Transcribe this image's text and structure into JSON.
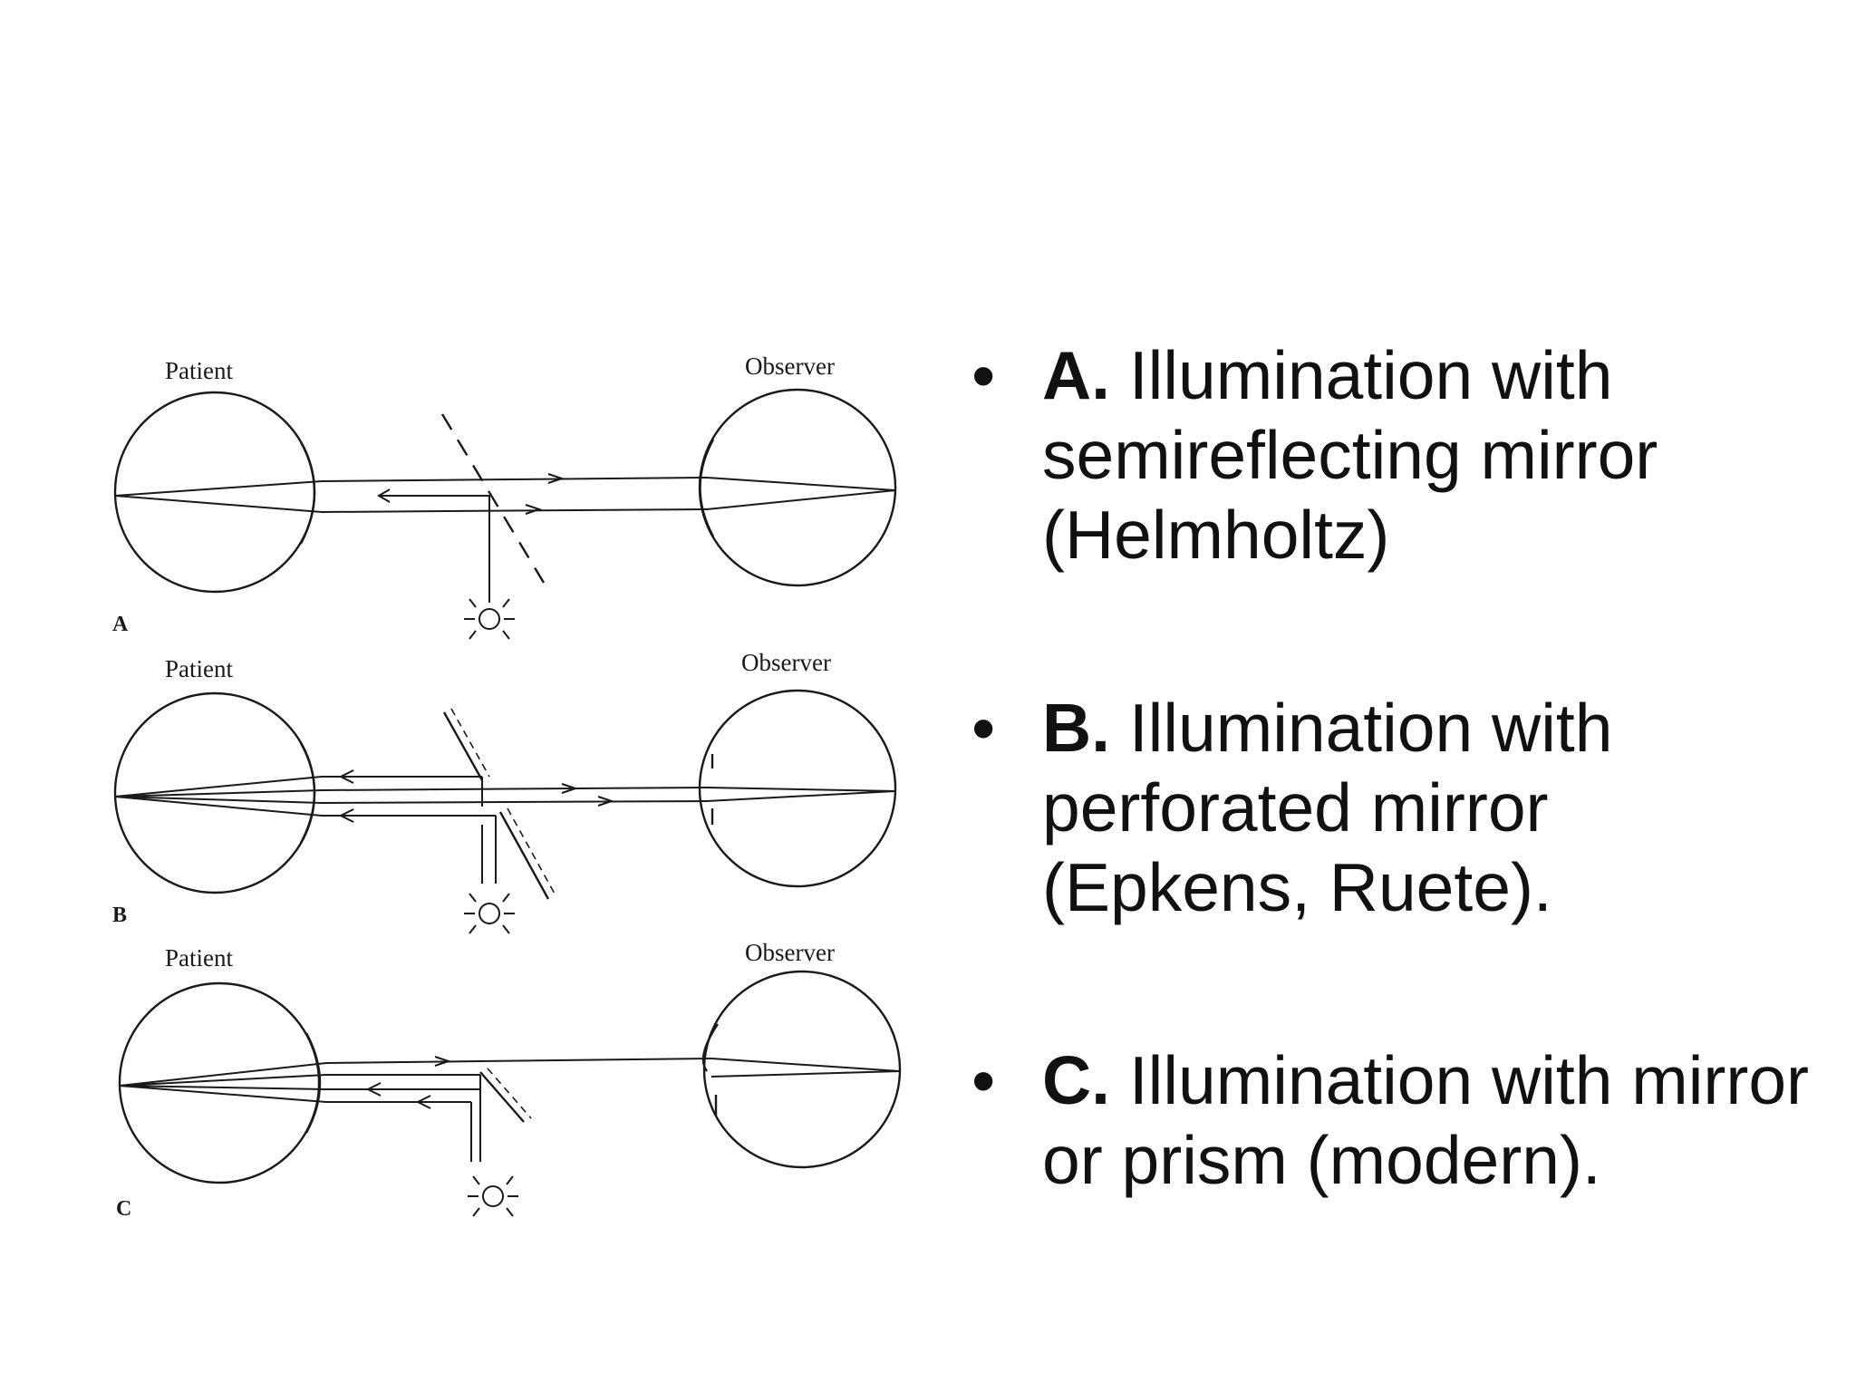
{
  "diagram": {
    "panels": [
      {
        "letter": "A",
        "patient_label": "Patient",
        "observer_label": "Observer"
      },
      {
        "letter": "B",
        "patient_label": "Patient",
        "observer_label": "Observer"
      },
      {
        "letter": "C",
        "patient_label": "Patient",
        "observer_label": "Observer"
      }
    ]
  },
  "bullets": [
    {
      "letter": "A.",
      "text": "Illumination with semireflecting mirror (Helmholtz)"
    },
    {
      "letter": "B.",
      "text": "Illumination with perforated mirror (Epkens, Ruete)."
    },
    {
      "letter": "C.",
      "text": "Illumination with mirror or prism (modern)."
    }
  ],
  "bullet_symbol": "•"
}
